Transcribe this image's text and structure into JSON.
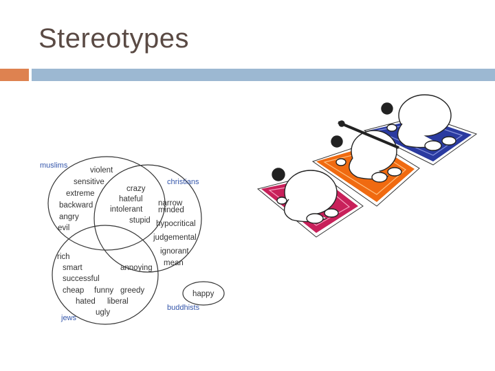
{
  "slide": {
    "title": "Stereotypes"
  },
  "venn": {
    "groups": {
      "muslims": "muslims",
      "christians": "christians",
      "jews": "jews",
      "buddhists": "buddhists"
    },
    "words": {
      "violent": "violent",
      "sensitive": "sensitive",
      "extreme": "extreme",
      "backward": "backward",
      "angry": "angry",
      "evil": "evil",
      "crazy": "crazy",
      "hateful": "hateful",
      "intolerant": "intolerant",
      "stupid": "stupid",
      "narrow": "narrow",
      "minded": "minded",
      "hypocritical": "hypocritical",
      "judgemental": "judgemental",
      "ignorant": "ignorant",
      "mean": "mean",
      "rich": "rich",
      "smart": "smart",
      "successful": "successful",
      "annoying": "annoying",
      "cheap": "cheap",
      "funny": "funny",
      "greedy": "greedy",
      "hated": "hated",
      "liberal": "liberal",
      "ugly": "ugly",
      "happy": "happy"
    }
  },
  "colors": {
    "title": "#5a4a44",
    "accent": "#de8250",
    "rule": "#9cb8d2",
    "group_label": "#3355aa",
    "mat_blue": "#2a3aa0",
    "mat_orange": "#f06a10",
    "mat_red": "#c8205a"
  }
}
